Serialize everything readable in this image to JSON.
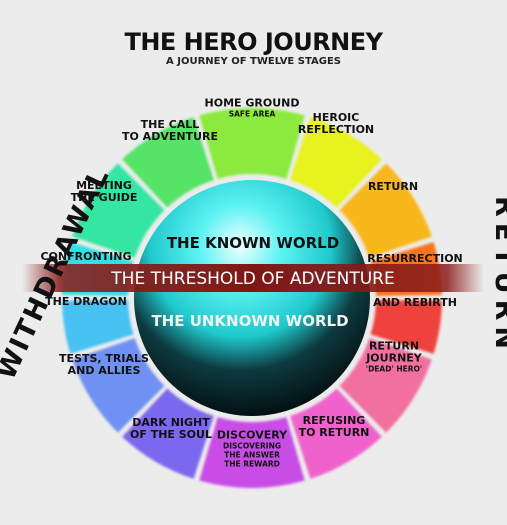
{
  "header": {
    "title": "THE HERO JOURNEY",
    "subtitle": "A JOURNEY OF TWELVE STAGES"
  },
  "sides": {
    "left": "WITHDRAWAL",
    "right": "RETURN"
  },
  "center": {
    "known": "THE KNOWN WORLD",
    "unknown": "THE UNKNOWN WORLD",
    "threshold": "THE THRESHOLD OF ADVENTURE"
  },
  "segments": [
    {
      "id": "home-ground",
      "color": "#8bea3c",
      "lines": [
        "HOME GROUND"
      ],
      "sub": [
        "SAFE AREA"
      ]
    },
    {
      "id": "heroic-reflection",
      "color": "#e8f21d",
      "lines": [
        "HEROIC",
        "REFLECTION"
      ],
      "sub": []
    },
    {
      "id": "return",
      "color": "#f8b81a",
      "lines": [
        "RETURN"
      ],
      "sub": []
    },
    {
      "id": "resurrection",
      "color": "#f7751b",
      "lines": [
        "RESURRECTION"
      ],
      "sub": []
    },
    {
      "id": "and-rebirth",
      "color": "#f0433c",
      "lines": [
        "AND REBIRTH"
      ],
      "sub": []
    },
    {
      "id": "return-journey",
      "color": "#f26f9f",
      "lines": [
        "RETURN",
        "JOURNEY"
      ],
      "sub": [
        "'DEAD' HERO'"
      ]
    },
    {
      "id": "refusing-to-return",
      "color": "#ef62cc",
      "lines": [
        "REFUSING",
        "TO RETURN"
      ],
      "sub": []
    },
    {
      "id": "discovery",
      "color": "#c84ee6",
      "lines": [
        "DISCOVERY"
      ],
      "sub": [
        "DISCOVERING",
        "THE ANSWER",
        "THE REWARD"
      ]
    },
    {
      "id": "dark-night",
      "color": "#7c68ee",
      "lines": [
        "DARK NIGHT",
        "OF THE SOUL"
      ],
      "sub": []
    },
    {
      "id": "tests-trials",
      "color": "#6f91f4",
      "lines": [
        "TESTS, TRIALS",
        "AND ALLIES"
      ],
      "sub": []
    },
    {
      "id": "the-dragon",
      "color": "#46c2f2",
      "lines": [
        "THE DRAGON"
      ],
      "sub": []
    },
    {
      "id": "confronting",
      "color": "#32dfe2",
      "lines": [
        "CONFRONTING"
      ],
      "sub": []
    },
    {
      "id": "meeting-the-guide",
      "color": "#34e6a2",
      "lines": [
        "MEETING",
        "THE GUIDE"
      ],
      "sub": []
    },
    {
      "id": "call-to-adventure",
      "color": "#54e466",
      "lines": [
        "THE CALL",
        "TO ADVENTURE"
      ],
      "sub": []
    }
  ],
  "colors": {
    "banner": "#8a1c1a",
    "sphere_top": "#2de7e7",
    "sphere_bottom": "#000000"
  }
}
